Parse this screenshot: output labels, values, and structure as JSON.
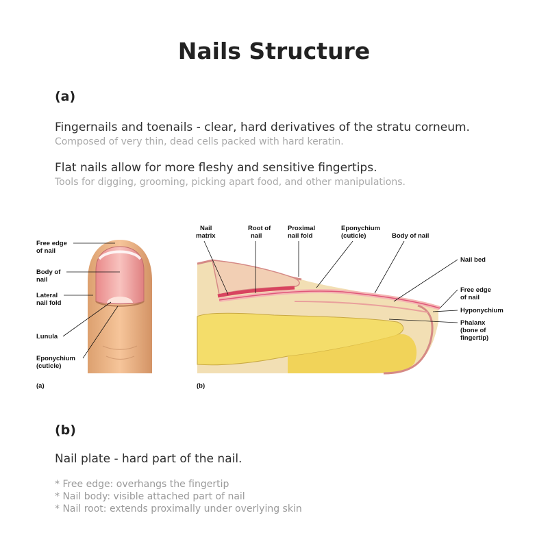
{
  "title": "Nails Structure",
  "section_a": {
    "label": "(a)",
    "point1": "Fingernails and toenails - clear, hard derivatives of the stratu corneum.",
    "point1_sub": "Composed of very thin, dead cells packed with hard keratin.",
    "point2": "Flat nails allow for more fleshy and sensitive fingertips.",
    "point2_sub": "Tools for digging, grooming, picking apart food, and other manipulations."
  },
  "figure_a": {
    "tag": "(a)",
    "labels": {
      "free_edge": [
        "Free edge",
        "of nail"
      ],
      "body": [
        "Body of",
        "nail"
      ],
      "lateral_fold": [
        "Lateral",
        "nail fold"
      ],
      "lunula": [
        "Lunula"
      ],
      "eponychium": [
        "Eponychium",
        "(cuticle)"
      ]
    }
  },
  "figure_b": {
    "tag": "(b)",
    "labels": {
      "nail_matrix": [
        "Nail",
        "matrix"
      ],
      "root": [
        "Root of",
        "nail"
      ],
      "proximal_fold": [
        "Proximal",
        "nail fold"
      ],
      "eponychium": [
        "Eponychium",
        "(cuticle)"
      ],
      "body": [
        "Body of nail"
      ],
      "nail_bed": [
        "Nail bed"
      ],
      "free_edge": [
        "Free edge",
        "of nail"
      ],
      "hyponychium": [
        "Hyponychium"
      ],
      "phalanx": [
        "Phalanx",
        "(bone of",
        "fingertip)"
      ]
    }
  },
  "section_b": {
    "label": "(b)",
    "point1": "Nail plate - hard part of the nail.",
    "bullets": [
      "* Free edge: overhangs the fingertip",
      "* Nail body: visible attached part of nail",
      "* Nail root: extends proximally under overlying skin"
    ]
  }
}
